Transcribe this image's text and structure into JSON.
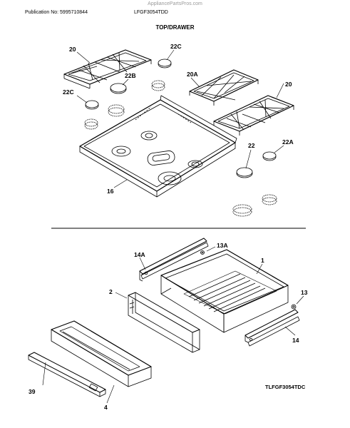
{
  "header": {
    "site": "AppliancePartsPros.com",
    "publication": "Publication No: 5995710844",
    "model": "LFGF3054TDD",
    "section_title": "TOP/DRAWER"
  },
  "callouts": {
    "grate_left": "20",
    "cap_22c_top": "22C",
    "cap_22b": "22B",
    "cap_22c_left": "22C",
    "grate_20a": "20A",
    "grate_right": "20",
    "cap_22": "22",
    "cap_22a": "22A",
    "cooktop": "16",
    "rail_14a": "14A",
    "bracket_13a": "13A",
    "drawer_body": "1",
    "drawer_front": "2",
    "bracket_13": "13",
    "rail_14": "14",
    "handle_trim": "39",
    "drawer_panel": "4"
  },
  "footer": {
    "drawing_code": "TLFGF3054TDC"
  }
}
